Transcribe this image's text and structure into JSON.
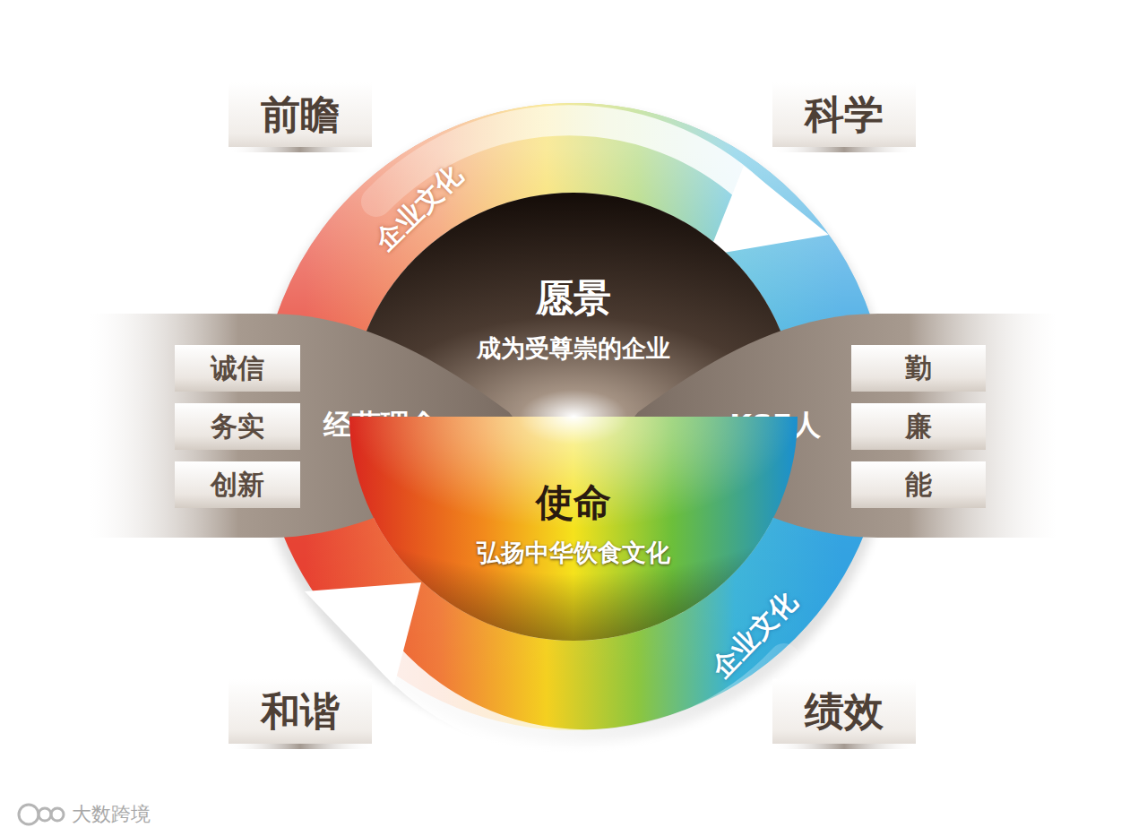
{
  "diagram": {
    "nodes": [
      {
        "text": [
          "前瞻"
        ]
      },
      {
        "text": [
          "科学"
        ]
      },
      {
        "text": [
          "愿景",
          "成为受尊崇的企业"
        ]
      },
      {
        "text": [
          "经营理念"
        ]
      },
      {
        "text": [
          "诚信"
        ],
        "in": 3
      },
      {
        "text": [
          "务实"
        ],
        "in": 3
      },
      {
        "text": [
          "创新"
        ],
        "in": 3
      },
      {
        "text": [
          "KSF人"
        ]
      },
      {
        "text": [
          "勤"
        ],
        "in": 7
      },
      {
        "text": [
          "廉"
        ],
        "in": 7
      },
      {
        "text": [
          "能"
        ],
        "in": 7
      },
      {
        "text": [
          "使命",
          "弘扬中华饮食文化"
        ]
      },
      {
        "text": [
          "和谐"
        ]
      },
      {
        "text": [
          "绩效"
        ]
      }
    ],
    "labels": [
      "企业文化",
      "企业文化",
      "大数跨境"
    ]
  }
}
